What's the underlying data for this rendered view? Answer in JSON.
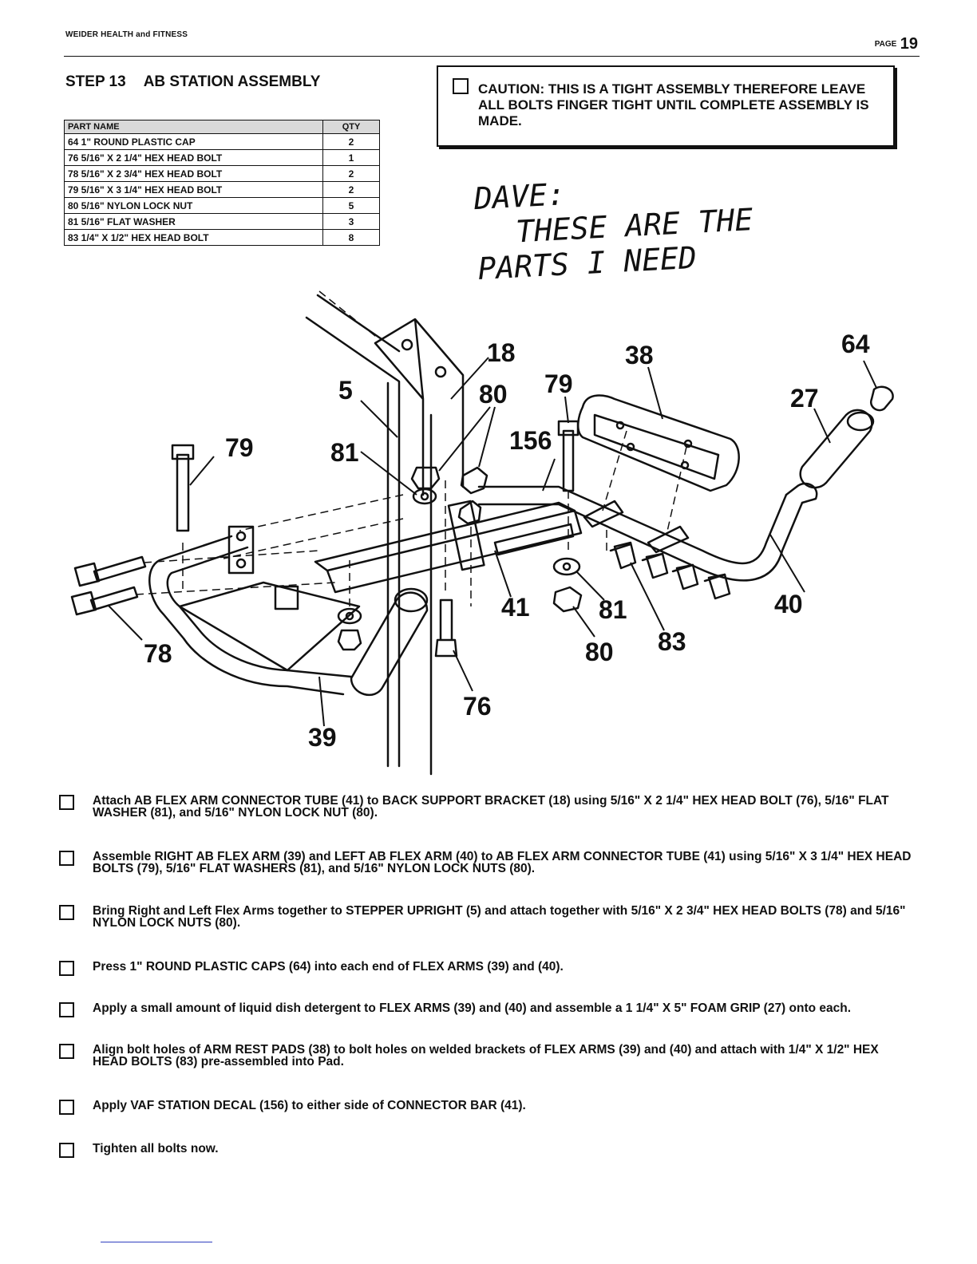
{
  "header": {
    "company": "WEIDER HEALTH and FITNESS",
    "page_label": "PAGE",
    "page_number": "19"
  },
  "step": {
    "number": "STEP 13",
    "title": "AB STATION ASSEMBLY"
  },
  "parts_table": {
    "col_name": "PART NAME",
    "col_qty": "QTY",
    "rows": [
      {
        "name": "64  1\" ROUND PLASTIC CAP",
        "qty": "2"
      },
      {
        "name": "76  5/16\" X 2 1/4\" HEX HEAD BOLT",
        "qty": "1"
      },
      {
        "name": "78  5/16\" X 2 3/4\" HEX HEAD BOLT",
        "qty": "2"
      },
      {
        "name": "79  5/16\" X 3 1/4\" HEX HEAD BOLT",
        "qty": "2"
      },
      {
        "name": "80  5/16\" NYLON LOCK NUT",
        "qty": "5"
      },
      {
        "name": "81  5/16\" FLAT WASHER",
        "qty": "3"
      },
      {
        "name": "83  1/4\" X 1/2\" HEX HEAD BOLT",
        "qty": "8"
      }
    ]
  },
  "caution": {
    "text": "CAUTION:  THIS IS A TIGHT ASSEMBLY THEREFORE LEAVE ALL BOLTS FINGER TIGHT UNTIL COMPLETE ASSEMBLY IS MADE."
  },
  "handwritten_note": {
    "line1": "DAVE:",
    "line2": "THESE ARE THE",
    "line3": "PARTS I NEED"
  },
  "diagram_labels": {
    "l18": "18",
    "l38": "38",
    "l64": "64",
    "l27": "27",
    "l79a": "79",
    "l80a": "80",
    "l5": "5",
    "l156": "156",
    "l79b": "79",
    "l81a": "81",
    "l41": "41",
    "l81b": "81",
    "l40": "40",
    "l83": "83",
    "l80b": "80",
    "l78": "78",
    "l76": "76",
    "l39": "39"
  },
  "instructions": [
    "Attach AB FLEX ARM CONNECTOR TUBE (41) to BACK SUPPORT BRACKET (18) using 5/16\" X 2 1/4\" HEX HEAD BOLT (76), 5/16\" FLAT WASHER (81), and 5/16\" NYLON LOCK NUT (80).",
    "Assemble RIGHT AB FLEX ARM (39) and LEFT AB FLEX ARM (40) to AB FLEX ARM CONNECTOR TUBE (41) using 5/16\" X 3 1/4\" HEX HEAD BOLTS (79), 5/16\" FLAT WASHERS (81), and 5/16\" NYLON LOCK NUTS (80).",
    "Bring Right and Left Flex Arms together to STEPPER UPRIGHT (5) and attach together with 5/16\" X 2 3/4\" HEX HEAD BOLTS (78) and 5/16\" NYLON LOCK NUTS (80).",
    "Press 1\" ROUND PLASTIC CAPS (64) into each end of FLEX ARMS (39) and (40).",
    "Apply a small amount of liquid dish detergent to FLEX ARMS (39) and (40) and assemble a 1 1/4\" X 5\" FOAM GRIP (27) onto each.",
    "Align bolt holes of ARM REST PADS (38) to bolt holes on welded brackets of FLEX ARMS (39) and (40) and attach with 1/4\" X 1/2\" HEX HEAD BOLTS (83) pre-assembled into Pad.",
    "Apply VAF STATION DECAL (156) to either side of CONNECTOR BAR (41).",
    "Tighten all bolts now."
  ]
}
